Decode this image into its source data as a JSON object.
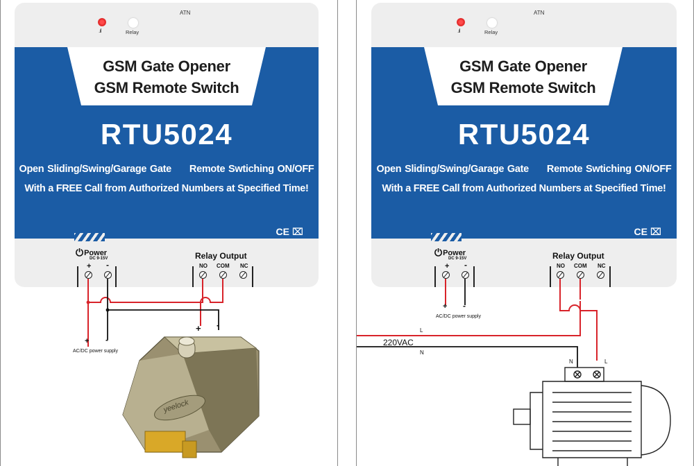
{
  "device": {
    "atn": "ATN",
    "relay_led": "Relay",
    "title_line1": "GSM Gate Opener",
    "title_line2": "GSM Remote Switch",
    "model": "RTU5024",
    "feature_left": "Open Sliding/Swing/Garage Gate",
    "feature_right": "Remote Swtiching ON/OFF",
    "tagline": "With a FREE Call from Authorized Numbers at Specified Time!",
    "cert": "CE ⌧",
    "power_label": "Power",
    "power_range": "DC 9-15V",
    "relay_title": "Relay Output",
    "relay_terminals": [
      "NO",
      "COM",
      "NC"
    ],
    "plus": "+",
    "minus": "-"
  },
  "left_panel": {
    "supply_label": "AC/DC power supply",
    "lock_plus": "+",
    "lock_minus": "-",
    "lock_brand": "yeelock"
  },
  "right_panel": {
    "supply_label": "AC/DC power supply",
    "mains_label": "220VAC",
    "line_label": "L",
    "neutral_label": "N",
    "motor_n": "N",
    "motor_l": "L"
  },
  "colors": {
    "panel_blue": "#1b5ca5",
    "wire_red": "#d8232a",
    "wire_black": "#111111"
  }
}
